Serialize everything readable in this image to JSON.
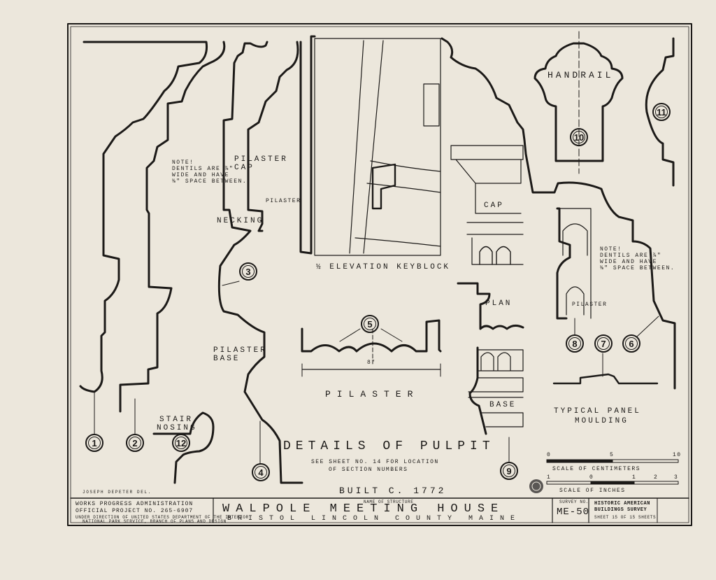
{
  "drawing": {
    "title": "DETAILS OF PULPIT",
    "see_note_1": "SEE SHEET NO. 14 FOR LOCATION",
    "see_note_2": "OF SECTION NUMBERS",
    "built": "BUILT C. 1772",
    "labels": {
      "handrail": "HANDRAIL",
      "pilaster_cap": "PILASTER CAP",
      "pilaster_small": "PILASTER",
      "necking": "NECKING",
      "pilaster_base": "PILASTER BASE",
      "stair_nosing_1": "STAIR",
      "stair_nosing_2": "NOSING",
      "elevation_keyblock": "½ ELEVATION KEYBLOCK",
      "pilaster_main": "PILASTER",
      "cap": "CAP",
      "plan": "PLAN",
      "base": "BASE",
      "pilaster_right": "PILASTER",
      "panel_1": "TYPICAL PANEL",
      "panel_2": "MOULDING",
      "dim_8": "8\""
    },
    "notes": {
      "left": [
        "NOTE!",
        "DENTILS ARE ⅞\"",
        "WIDE AND HAVE",
        "⅜\" SPACE BETWEEN."
      ],
      "right": [
        "NOTE!",
        "DENTILS ARE ⅞\"",
        "WIDE AND HAVE",
        "⅜\" SPACE BETWEEN."
      ]
    },
    "section_numbers": [
      "1",
      "2",
      "3",
      "4",
      "5",
      "6",
      "7",
      "8",
      "9",
      "10",
      "11",
      "12"
    ]
  },
  "scales": {
    "cm_title": "SCALE OF CENTIMETERS",
    "cm_ticks": [
      "0",
      "5",
      "10"
    ],
    "in_title": "SCALE OF INCHES",
    "in_ticks": [
      "1",
      "0",
      "1",
      "2",
      "3"
    ]
  },
  "title_block": {
    "signature": "JOSEPH DEPETER DEL.",
    "wpa_1": "WORKS PROGRESS ADMINISTRATION",
    "wpa_2": "OFFICIAL PROJECT NO. 265-6907",
    "under_1": "UNDER DIRECTION OF UNITED STATES DEPARTMENT OF THE INTERIOR",
    "under_2": "NATIONAL PARK SERVICE, BRANCH OF PLANS AND DESIGN",
    "name_label": "NAME OF STRUCTURE",
    "structure": "WALPOLE MEETING HOUSE",
    "location": "BRISTOL  LINCOLN COUNTY  MAINE",
    "survey_label": "SURVEY NO.",
    "survey_no": "ME-50",
    "habs_1": "HISTORIC AMERICAN",
    "habs_2": "BUILDINGS SURVEY",
    "sheet": "SHEET 15 OF 15 SHEETS"
  },
  "colors": {
    "paper": "#ece7dc",
    "ink": "#1c1a18"
  }
}
